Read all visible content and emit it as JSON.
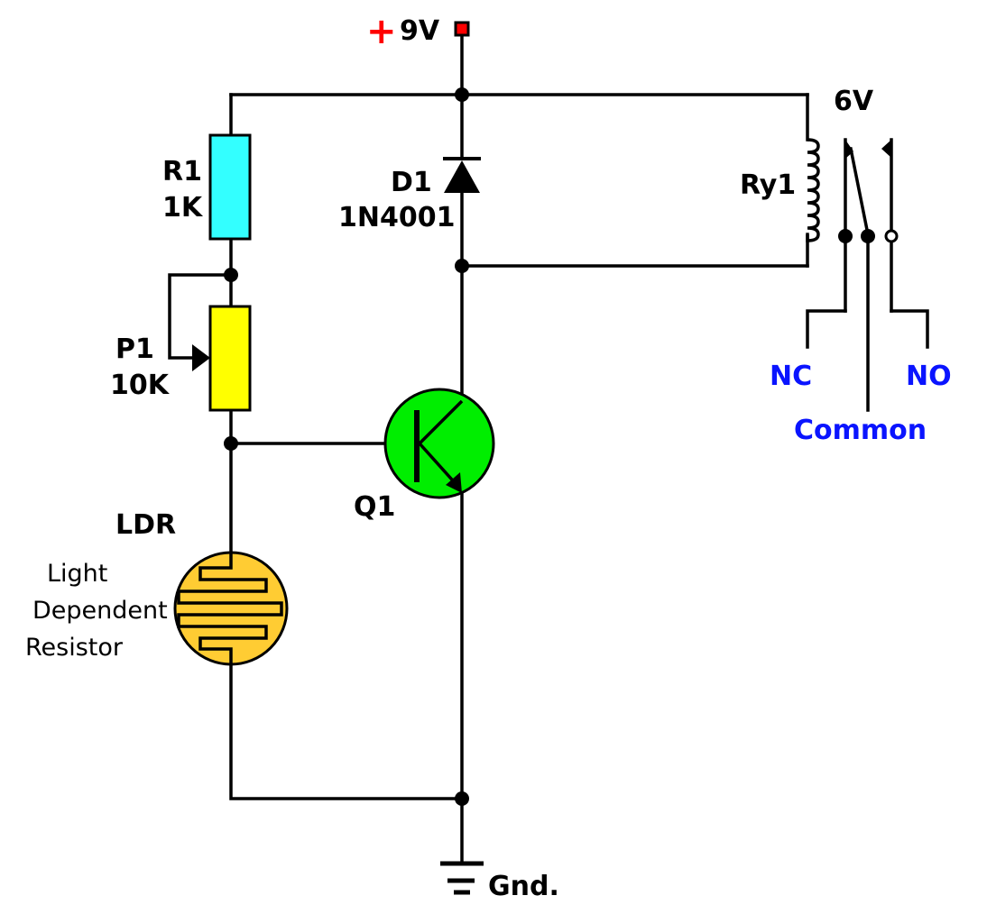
{
  "diagram": {
    "type": "circuit-schematic",
    "title": "LDR relay switch circuit",
    "supply": {
      "symbol": "+",
      "label": "9V",
      "color": "#ff0000"
    },
    "ground": {
      "label": "Gnd."
    },
    "components": {
      "r1": {
        "ref": "R1",
        "value": "1K",
        "color": "#33ffff"
      },
      "p1": {
        "ref": "P1",
        "value": "10K",
        "color": "#ffff00"
      },
      "d1": {
        "ref": "D1",
        "value": "1N4001"
      },
      "q1": {
        "ref": "Q1",
        "color": "#00ee00"
      },
      "ldr": {
        "ref": "LDR",
        "desc_lines": [
          "Light",
          "Dependent",
          "Resistor"
        ],
        "color": "#ffcc33"
      },
      "ry1": {
        "ref": "Ry1",
        "voltage": "6V"
      }
    },
    "relay_contacts": {
      "nc": "NC",
      "common": "Common",
      "no": "NO",
      "label_color": "#0a14ff"
    }
  }
}
